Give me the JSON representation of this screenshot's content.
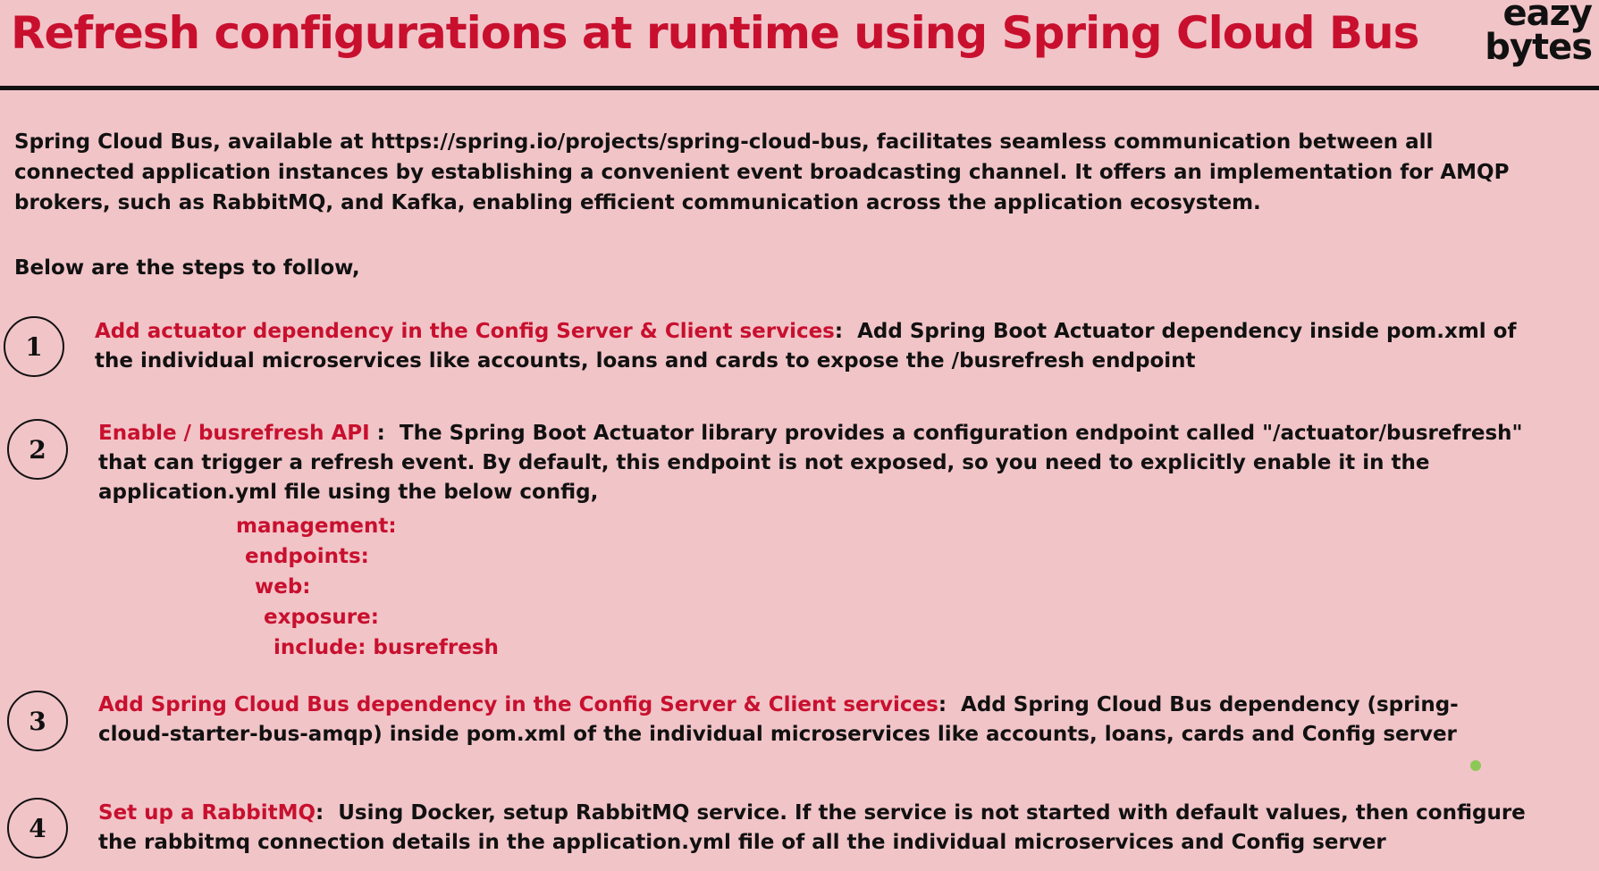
{
  "header": {
    "title": "Refresh configurations at runtime using Spring Cloud Bus",
    "logo_line1": "eazy",
    "logo_line2": "bytes"
  },
  "intro": "Spring Cloud Bus, available at https://spring.io/projects/spring-cloud-bus, facilitates seamless communication between all connected application instances by establishing a convenient event broadcasting channel. It offers an implementation for AMQP brokers, such as RabbitMQ, and Kafka, enabling efficient communication across the application ecosystem.",
  "steps_intro": "Below are the steps to follow,",
  "steps": [
    {
      "number": "1",
      "title": "Add actuator dependency in the Config Server & Client services",
      "separator": ":",
      "body": "Add Spring Boot Actuator dependency inside pom.xml of the individual microservices like accounts, loans and cards to expose the /busrefresh endpoint"
    },
    {
      "number": "2",
      "title": "Enable / busrefresh API",
      "separator": " :",
      "body": "The Spring Boot Actuator library provides a configuration endpoint called \"/actuator/busrefresh\" that can trigger a refresh event. By default, this endpoint is not exposed, so you need to explicitly enable it in the application.yml file using the below config,",
      "code": [
        "management:",
        "endpoints:",
        "web:",
        "exposure:",
        "include: busrefresh"
      ]
    },
    {
      "number": "3",
      "title": "Add Spring Cloud Bus dependency in the Config Server & Client services",
      "separator": ":",
      "body": "Add Spring Cloud Bus dependency (spring-cloud-starter-bus-amqp) inside pom.xml of the individual microservices like accounts, loans, cards and Config server"
    },
    {
      "number": "4",
      "title": "Set up a RabbitMQ",
      "separator": ":",
      "body": "Using Docker, setup RabbitMQ service. If the service is not started with default values, then configure the rabbitmq connection details in the application.yml file of all the individual microservices and Config server"
    }
  ],
  "colors": {
    "background": "#f1c4c8",
    "accent": "#c8102e",
    "text": "#111111"
  }
}
